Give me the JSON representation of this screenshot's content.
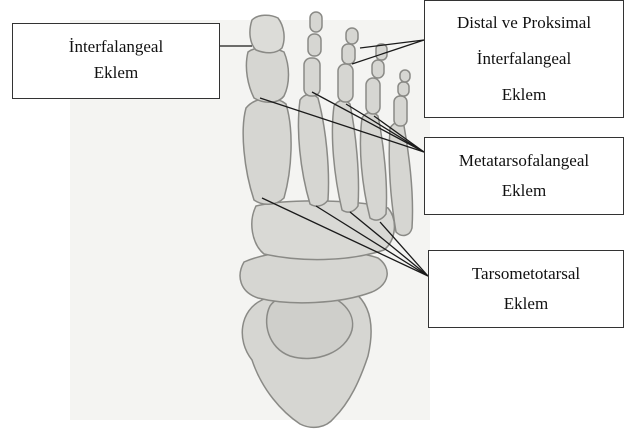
{
  "labels": {
    "interphalangeal": {
      "line1": "İnterfalangeal",
      "line2": "Eklem"
    },
    "distal_proximal": {
      "line1": "Distal ve Proksimal",
      "line2": "İnterfalangeal",
      "line3": "Eklem"
    },
    "metatarsophalangeal": {
      "line1": "Metatarsofalangeal",
      "line2": "Eklem"
    },
    "tarsometatarsal": {
      "line1": "Tarsometotarsal",
      "line2": "Eklem"
    }
  },
  "colors": {
    "bone_fill": "#d6d6d2",
    "bone_stroke": "#8a8a86",
    "shadow": "#a9a9a5",
    "leader_line": "#1a1a1a"
  }
}
